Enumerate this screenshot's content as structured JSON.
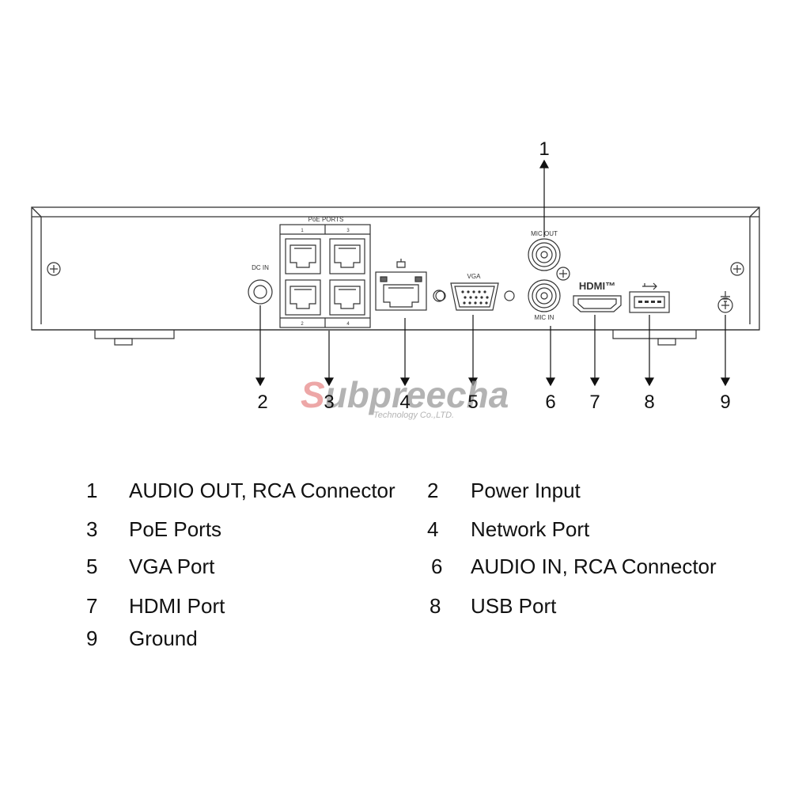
{
  "panel": {
    "poe_ports_label": "PoE PORTS",
    "poe_port_numbers": [
      "1",
      "3",
      "2",
      "4"
    ],
    "dc_in_label": "DC IN",
    "vga_label": "VGA",
    "mic_out_label": "MIC OUT",
    "mic_in_label": "MIC IN",
    "hdmi_label": "HDMI™"
  },
  "callouts": [
    "1",
    "2",
    "3",
    "4",
    "5",
    "6",
    "7",
    "8",
    "9"
  ],
  "watermark": {
    "main": "Subpreecha",
    "sub": "Technology Co.,LTD."
  },
  "legend": [
    {
      "num": "1",
      "label": "AUDIO OUT, RCA Connector"
    },
    {
      "num": "2",
      "label": "Power Input"
    },
    {
      "num": "3",
      "label": "PoE Ports"
    },
    {
      "num": "4",
      "label": "Network Port"
    },
    {
      "num": "5",
      "label": "VGA Port"
    },
    {
      "num": "6",
      "label": "AUDIO IN, RCA Connector"
    },
    {
      "num": "7",
      "label": "HDMI Port"
    },
    {
      "num": "8",
      "label": "USB Port"
    },
    {
      "num": "9",
      "label": "Ground"
    }
  ],
  "colors": {
    "line": "#222222",
    "watermark_red": "#e88a8a",
    "watermark_grey": "#9a9a9a"
  }
}
